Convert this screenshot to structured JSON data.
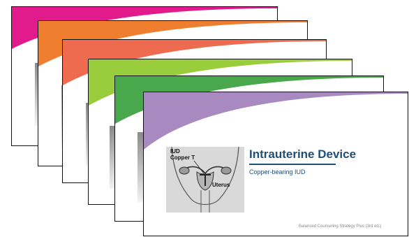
{
  "stack": [
    {
      "color": "#e21b8c"
    },
    {
      "color": "#ef7e2e"
    },
    {
      "color": "#ee6b4f"
    },
    {
      "color": "#9acd3c"
    },
    {
      "color": "#4aa84c"
    },
    {
      "color": "#a98ac0"
    }
  ],
  "front_slide": {
    "title": "Intrauterine Device",
    "subtitle": "Copper-bearing IUD",
    "footer": "Balanced Counseling Strategy Plus (3rd ed.)",
    "illustration": {
      "label_device": "IUD",
      "label_type": "Copper T",
      "label_organ": "Uterus"
    }
  }
}
